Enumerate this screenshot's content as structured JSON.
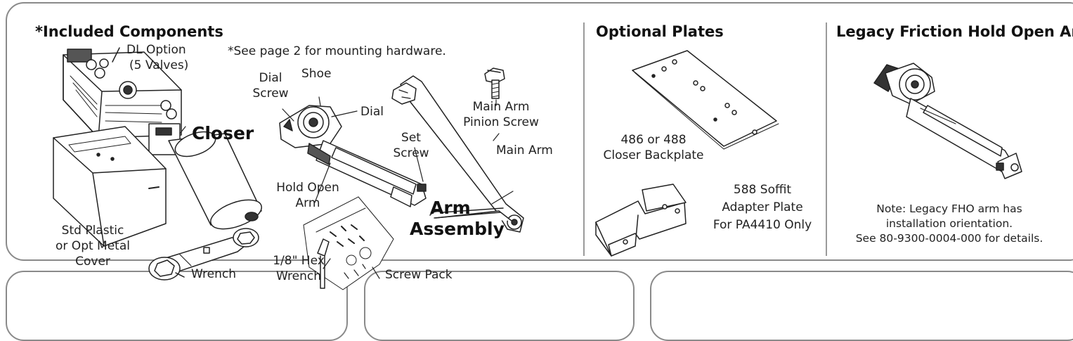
{
  "included": {
    "heading": "*Included Components",
    "mounting_note": "*See page 2 for mounting hardware.",
    "dl_option_1": "DL Option",
    "dl_option_2": "(5 Valves)",
    "closer": "Closer",
    "cover_1": "Std Plastic",
    "cover_2": "or Opt Metal",
    "cover_3": "Cover",
    "wrench": "Wrench",
    "dial_screw_1": "Dial",
    "dial_screw_2": "Screw",
    "shoe": "Shoe",
    "dial": "Dial",
    "hold_open_1": "Hold Open",
    "hold_open_2": "Arm",
    "set_screw_1": "Set",
    "set_screw_2": "Screw",
    "arm_assembly_1": "Arm",
    "arm_assembly_2": "Assembly",
    "hex_wrench_1": "1/8\" Hex",
    "hex_wrench_2": "Wrench",
    "screw_pack": "Screw Pack",
    "pinion_screw_1": "Main Arm",
    "pinion_screw_2": "Pinion Screw",
    "main_arm": "Main Arm"
  },
  "optional": {
    "heading": "Optional Plates",
    "backplate_1": "486 or 488",
    "backplate_2": "Closer Backplate",
    "soffit_1": "588 Soffit",
    "soffit_2": "Adapter Plate",
    "soffit_3": "For PA4410 Only"
  },
  "legacy": {
    "heading": "Legacy Friction Hold Open Arm",
    "note_1": "Note: Legacy FHO arm has",
    "note_2": "installation orientation.",
    "note_3": "See 80-9300-0004-000 for details."
  }
}
